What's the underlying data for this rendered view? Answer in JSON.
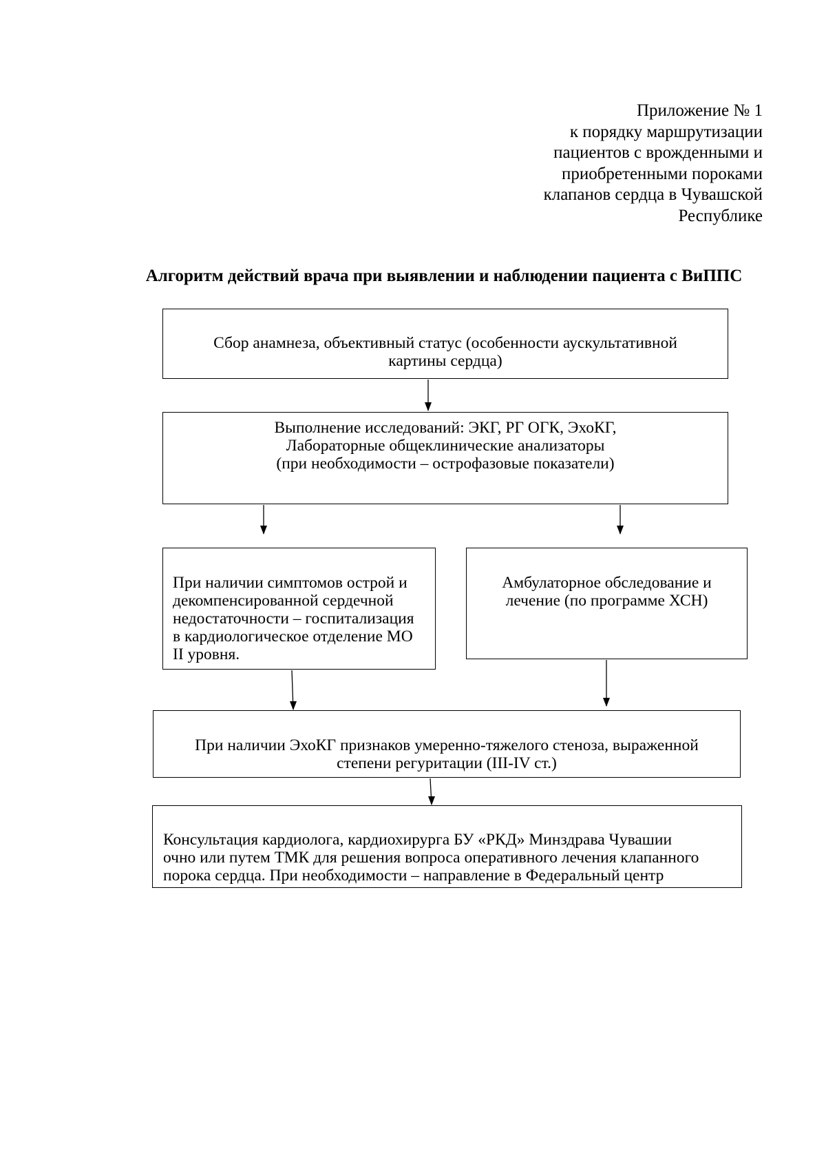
{
  "appendix": {
    "lines": [
      "Приложение № 1",
      "к порядку маршрутизации",
      "пациентов с врожденными и",
      "приобретенными пороками",
      "клапанов сердца в Чувашской",
      "Республике"
    ]
  },
  "title": "Алгоритм действий врача при выявлении и наблюдении пациента с ВиППС",
  "flowchart": {
    "step1": {
      "lines": [
        "Сбор анамнеза, объективный статус (особенности аускультативной",
        "картины сердца)"
      ]
    },
    "step2": {
      "lines": [
        "Выполнение исследований: ЭКГ, РГ ОГК, ЭхоКГ,",
        "Лабораторные общеклинические анализаторы",
        "(при необходимости – острофазовые показатели)"
      ]
    },
    "step3_left": {
      "lines": [
        "При наличии симптомов острой и",
        "декомпенсированной сердечной",
        "недостаточности – госпитализация",
        "в кардиологическое отделение МО",
        "II уровня."
      ]
    },
    "step3_right": {
      "lines": [
        "Амбулаторное обследование и",
        "лечение (по программе ХСН)"
      ]
    },
    "step4": {
      "lines": [
        "При наличии ЭхоКГ признаков умеренно-тяжелого стеноза, выраженной",
        "степени регуритации (III-IV ст.)"
      ]
    },
    "step5": {
      "lines": [
        "Консультация кардиолога, кардиохирурга БУ «РКД» Минздрава Чувашии",
        "очно или путем ТМК для решения вопроса оперативного лечения клапанного",
        "порока сердца. При необходимости – направление в Федеральный центр"
      ]
    }
  }
}
